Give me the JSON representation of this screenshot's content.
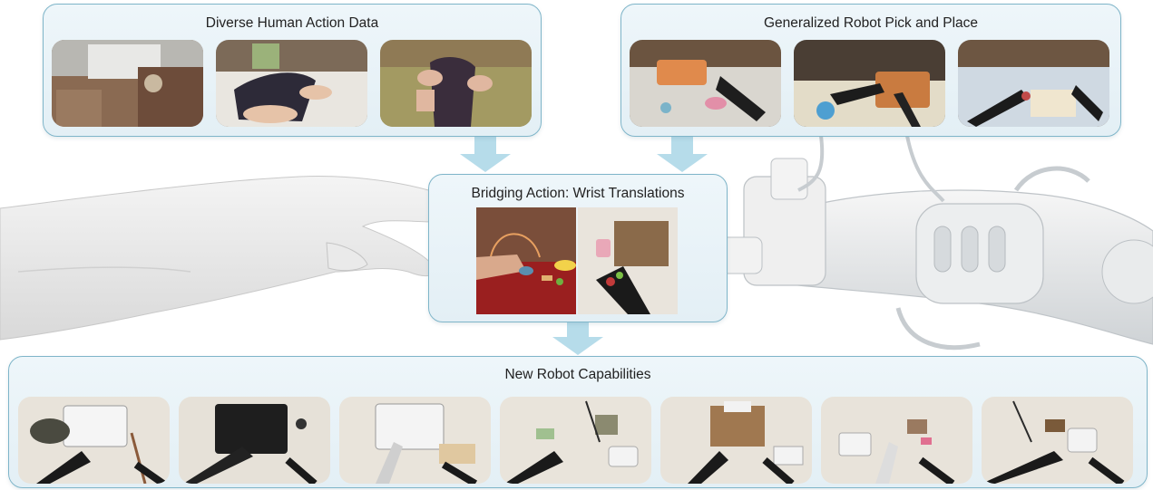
{
  "human_panel": {
    "title": "Diverse Human Action Data",
    "photos": [
      "human-kitchen-photo",
      "human-folding-photo",
      "human-cloth-photo"
    ]
  },
  "robot_panel": {
    "title": "Generalized Robot Pick and Place",
    "photos": [
      "robot-basket-photo",
      "robot-tray-photo",
      "robot-table-photo"
    ]
  },
  "bridge_panel": {
    "title": "Bridging Action: Wrist Translations"
  },
  "capabilities_panel": {
    "title": "New Robot Capabilities"
  },
  "colors": {
    "panel_border": "#7fb5c9",
    "panel_fill": "#e6f1f6",
    "arrow": "#9ccfe3"
  }
}
